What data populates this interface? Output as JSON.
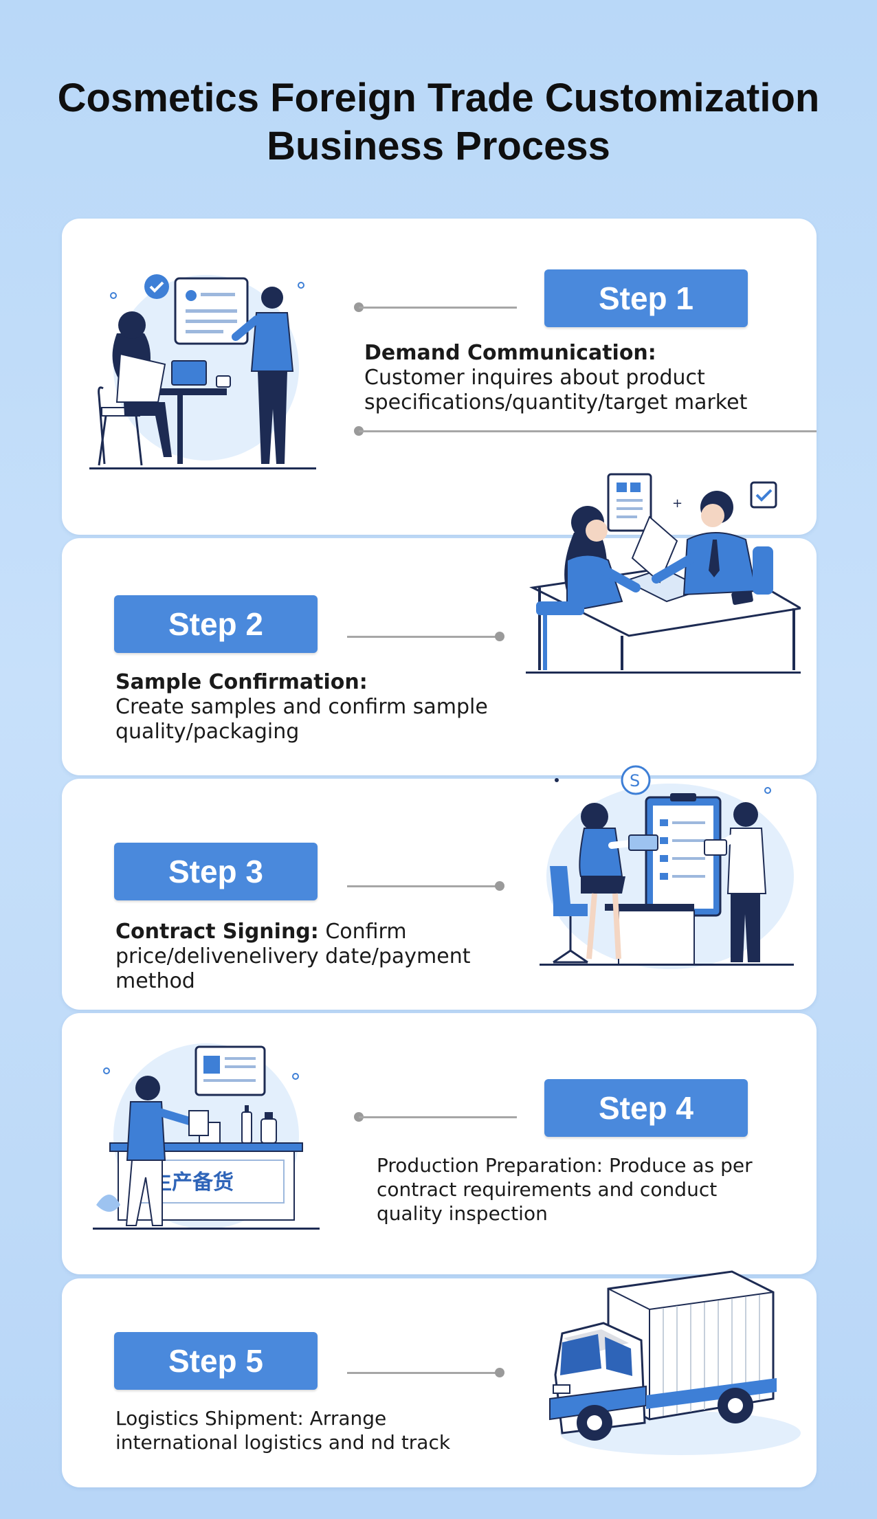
{
  "title": "Cosmetics Foreign Trade Customization Business Process",
  "colors": {
    "accent": "#4a89dc",
    "background": "#c2ddf9",
    "card": "#ffffff",
    "navy": "#1d2b53"
  },
  "steps": [
    {
      "label": "Step 1",
      "heading": "Demand Communication:",
      "body": "Customer inquires about product specifications/quantity/target market",
      "icon": "meeting-illustration"
    },
    {
      "label": "Step 2",
      "heading": "Sample Confirmation:",
      "body": "Create samples and confirm sample quality/packaging",
      "icon": "negotiation-illustration"
    },
    {
      "label": "Step 3",
      "heading": "Contract Signing:",
      "body": "Confirm price/delivenelivery date/payment method",
      "icon": "contract-illustration"
    },
    {
      "label": "Step 4",
      "heading": "",
      "body": "Production Preparation: Produce as per contract requirements and conduct quality inspection",
      "icon": "production-illustration"
    },
    {
      "label": "Step 5",
      "heading": "",
      "body": "Logistics Shipment: Arrange international logistics and nd track",
      "icon": "truck-illustration"
    }
  ],
  "production_sign": "生产备货"
}
